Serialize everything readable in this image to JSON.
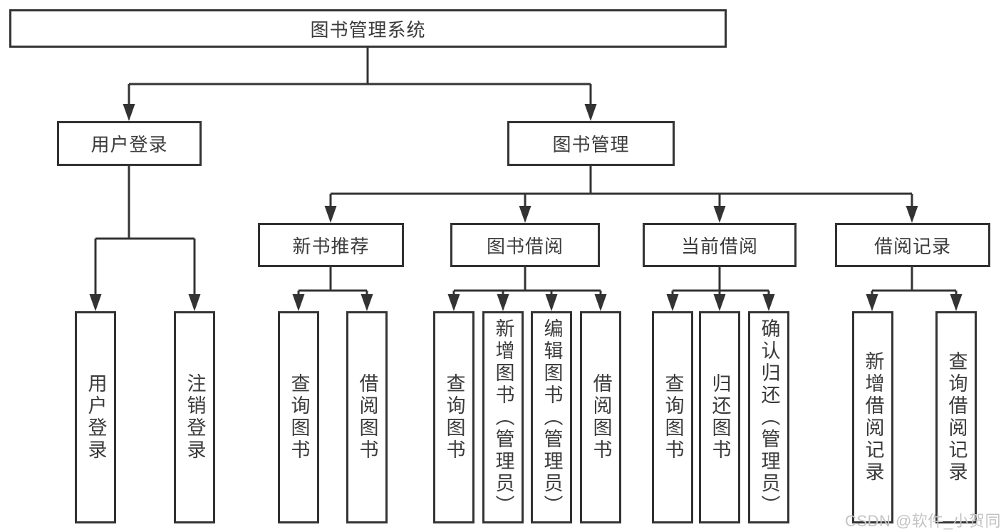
{
  "diagram": {
    "root": {
      "label": "图书管理系统"
    },
    "level2": [
      {
        "label": "用户登录"
      },
      {
        "label": "图书管理"
      }
    ],
    "level3": [
      {
        "label": "新书推荐"
      },
      {
        "label": "图书借阅"
      },
      {
        "label": "当前借阅"
      },
      {
        "label": "借阅记录"
      }
    ],
    "leaves": [
      {
        "label": "用户登录",
        "parent": "用户登录"
      },
      {
        "label": "注销登录",
        "parent": "用户登录"
      },
      {
        "label": "查询图书",
        "parent": "新书推荐"
      },
      {
        "label": "借阅图书",
        "parent": "新书推荐"
      },
      {
        "label": "查询图书",
        "parent": "图书借阅"
      },
      {
        "label": "新增图书（管理员）",
        "parent": "图书借阅"
      },
      {
        "label": "编辑图书（管理员）",
        "parent": "图书借阅"
      },
      {
        "label": "借阅图书",
        "parent": "图书借阅"
      },
      {
        "label": "查询图书",
        "parent": "当前借阅"
      },
      {
        "label": "归还图书",
        "parent": "当前借阅"
      },
      {
        "label": "确认归还（管理员）",
        "parent": "当前借阅"
      },
      {
        "label": "新增借阅记录",
        "parent": "借阅记录"
      },
      {
        "label": "查询借阅记录",
        "parent": "借阅记录"
      }
    ]
  },
  "watermark": "CSDN @软件_小贺同学",
  "colors": {
    "line": "#333333",
    "text": "#3b3b3b",
    "watermark": "#c4c4c4",
    "bg": "#ffffff"
  }
}
